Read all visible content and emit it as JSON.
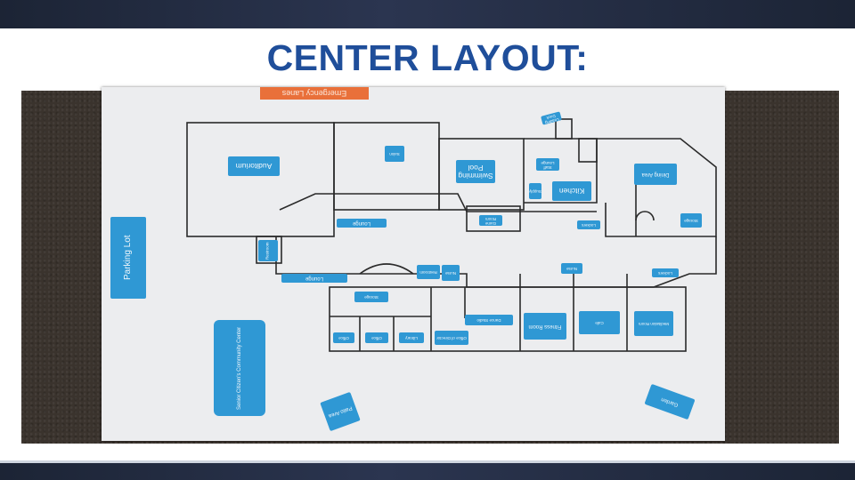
{
  "slide": {
    "title": "CENTER LAYOUT:"
  },
  "floor_plan": {
    "banner": "Emergency Lanes",
    "labels": {
      "parking_lot": "Parking Lot",
      "community_center": "Senior Citizen's Community Center",
      "patio": "Patio Area",
      "garden": "Garden",
      "auditorium": "Auditorium",
      "swimming_pool": "Swimming Pool",
      "kitchen": "Kitchen",
      "dining_area": "Dining Area",
      "lounge_main": "Lounge",
      "lounge_lower": "Lounge",
      "dance_studio": "Dance Studio",
      "fitness_room": "Fitness Room",
      "cafe": "Cafe",
      "meditation_room": "Meditation Room",
      "office_1": "Office",
      "office_2": "Office",
      "library": "Library",
      "director_office": "Office of Director",
      "storage": "Storage",
      "restroom": "Restroom",
      "staff_lounge": "Staff Lounge",
      "game_room": "Game Room",
      "loading_dock": "Loading Dock",
      "supply": "Supply",
      "nurse": "Nurse",
      "lockers": "Lockers",
      "salon": "Salon"
    }
  },
  "colors": {
    "label_blue": "#2f98d4",
    "banner_orange": "#e9703a",
    "title_blue": "#1f4e9a"
  }
}
